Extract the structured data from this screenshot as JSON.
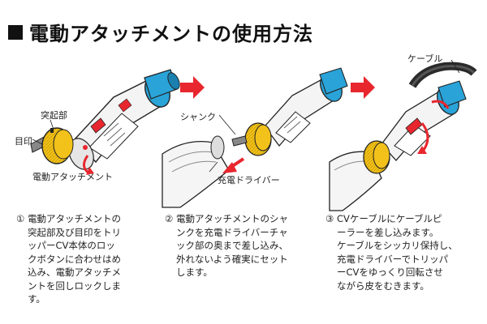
{
  "title": "電動アタッチメントの使用方法",
  "labels": {
    "protrusion": "突起部",
    "marker": "目印",
    "attachment": "電動アタッチメント",
    "shank": "シャンク",
    "driver": "充電ドライバー",
    "cable": "ケーブル"
  },
  "steps": [
    {
      "num": "①",
      "text": "電動アタッチメントの\n突起部及び目印をトリ\nッパーCV本体のロッ\nクボタンに合わせはめ\n込み、電動アタッチメ\nントを回しロックしま\nす。"
    },
    {
      "num": "②",
      "text": "電動アタッチメントのシャ\nンクを充電ドライバーチャ\nック部の奥まで差し込み、\n外れないよう確実にセット\nします。"
    },
    {
      "num": "③",
      "text": "CVケーブルにケーブルピ\nーラーを差し込みます。\nケーブルをシッカリ保持し、\n充電ドライバーでトリッパ\nーCVをゆっくり回転させ\nながら皮をむきます。"
    }
  ],
  "colors": {
    "yellow": "#f2c21b",
    "blue": "#29a3d8",
    "red": "#e8262e"
  }
}
